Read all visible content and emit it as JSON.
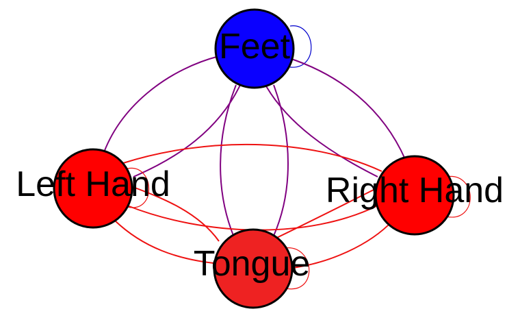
{
  "colors": {
    "feet_node": "#0a00ff",
    "hand_node": "#ff0000",
    "tongue_node": "#ee2222",
    "feet_edges": "#800080",
    "hand_edges": "#ee1111",
    "feet_loop": "#0000cc",
    "node_outline": "#000000"
  },
  "nodes": [
    {
      "id": "feet",
      "label": "Feet",
      "color": "blue"
    },
    {
      "id": "left_hand",
      "label": "Left Hand",
      "color": "red"
    },
    {
      "id": "right_hand",
      "label": "Right Hand",
      "color": "red"
    },
    {
      "id": "tongue",
      "label": "Tongue",
      "color": "red"
    }
  ],
  "edges": [
    {
      "from": "feet",
      "to": "feet",
      "count": 1,
      "color": "blue"
    },
    {
      "from": "feet",
      "to": "left_hand",
      "count": 2,
      "color": "purple"
    },
    {
      "from": "feet",
      "to": "right_hand",
      "count": 2,
      "color": "purple"
    },
    {
      "from": "feet",
      "to": "tongue",
      "count": 2,
      "color": "purple"
    },
    {
      "from": "left_hand",
      "to": "left_hand",
      "count": 1,
      "color": "red"
    },
    {
      "from": "left_hand",
      "to": "right_hand",
      "count": 2,
      "color": "red"
    },
    {
      "from": "left_hand",
      "to": "tongue",
      "count": 2,
      "color": "red"
    },
    {
      "from": "right_hand",
      "to": "right_hand",
      "count": 1,
      "color": "red"
    },
    {
      "from": "right_hand",
      "to": "tongue",
      "count": 2,
      "color": "red"
    },
    {
      "from": "tongue",
      "to": "tongue",
      "count": 1,
      "color": "red"
    }
  ]
}
